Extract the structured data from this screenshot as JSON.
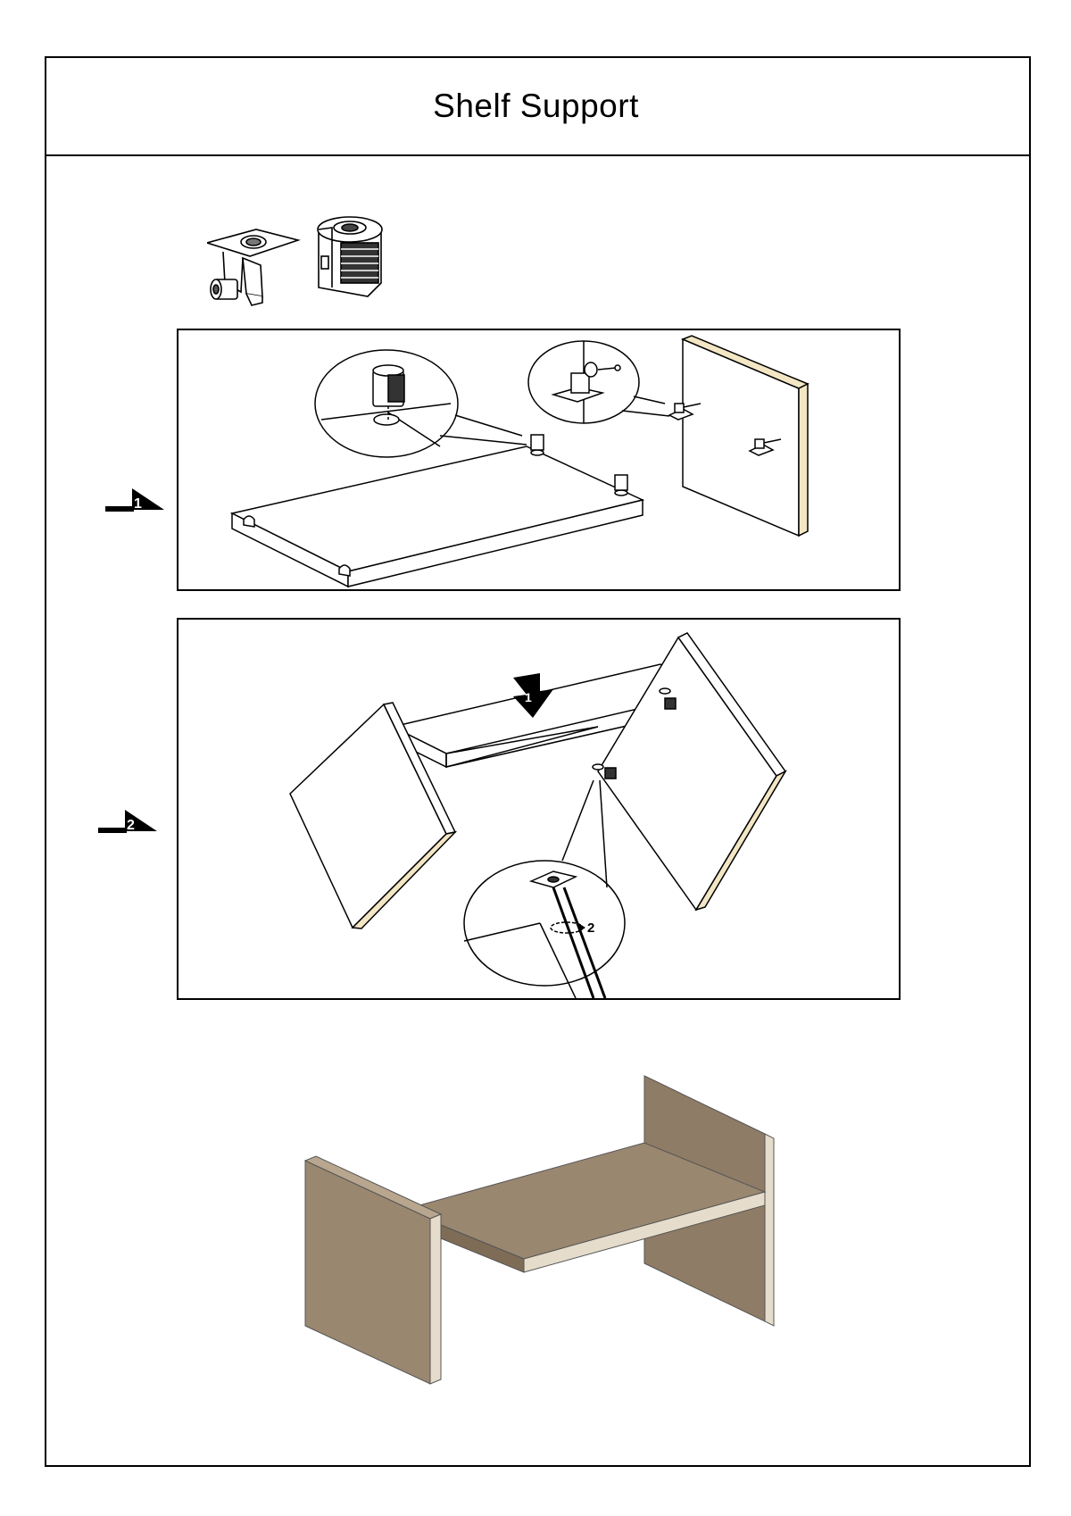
{
  "page": {
    "title": "Shelf Support"
  },
  "steps": [
    {
      "number": "1"
    },
    {
      "number": "2"
    }
  ],
  "step2": {
    "press_arrow_number": "1",
    "screw_turn_number": "2"
  },
  "colors": {
    "line": "#000000",
    "edge_band": "#f2e6c4",
    "oak_face": "#9a8770",
    "oak_dark": "#7e6c57",
    "oak_light": "#b8a68e",
    "oak_edge": "#e6dccb"
  },
  "icons": [
    "shelf-pin-bracket-icon",
    "cam-lock-sleeve-icon"
  ]
}
